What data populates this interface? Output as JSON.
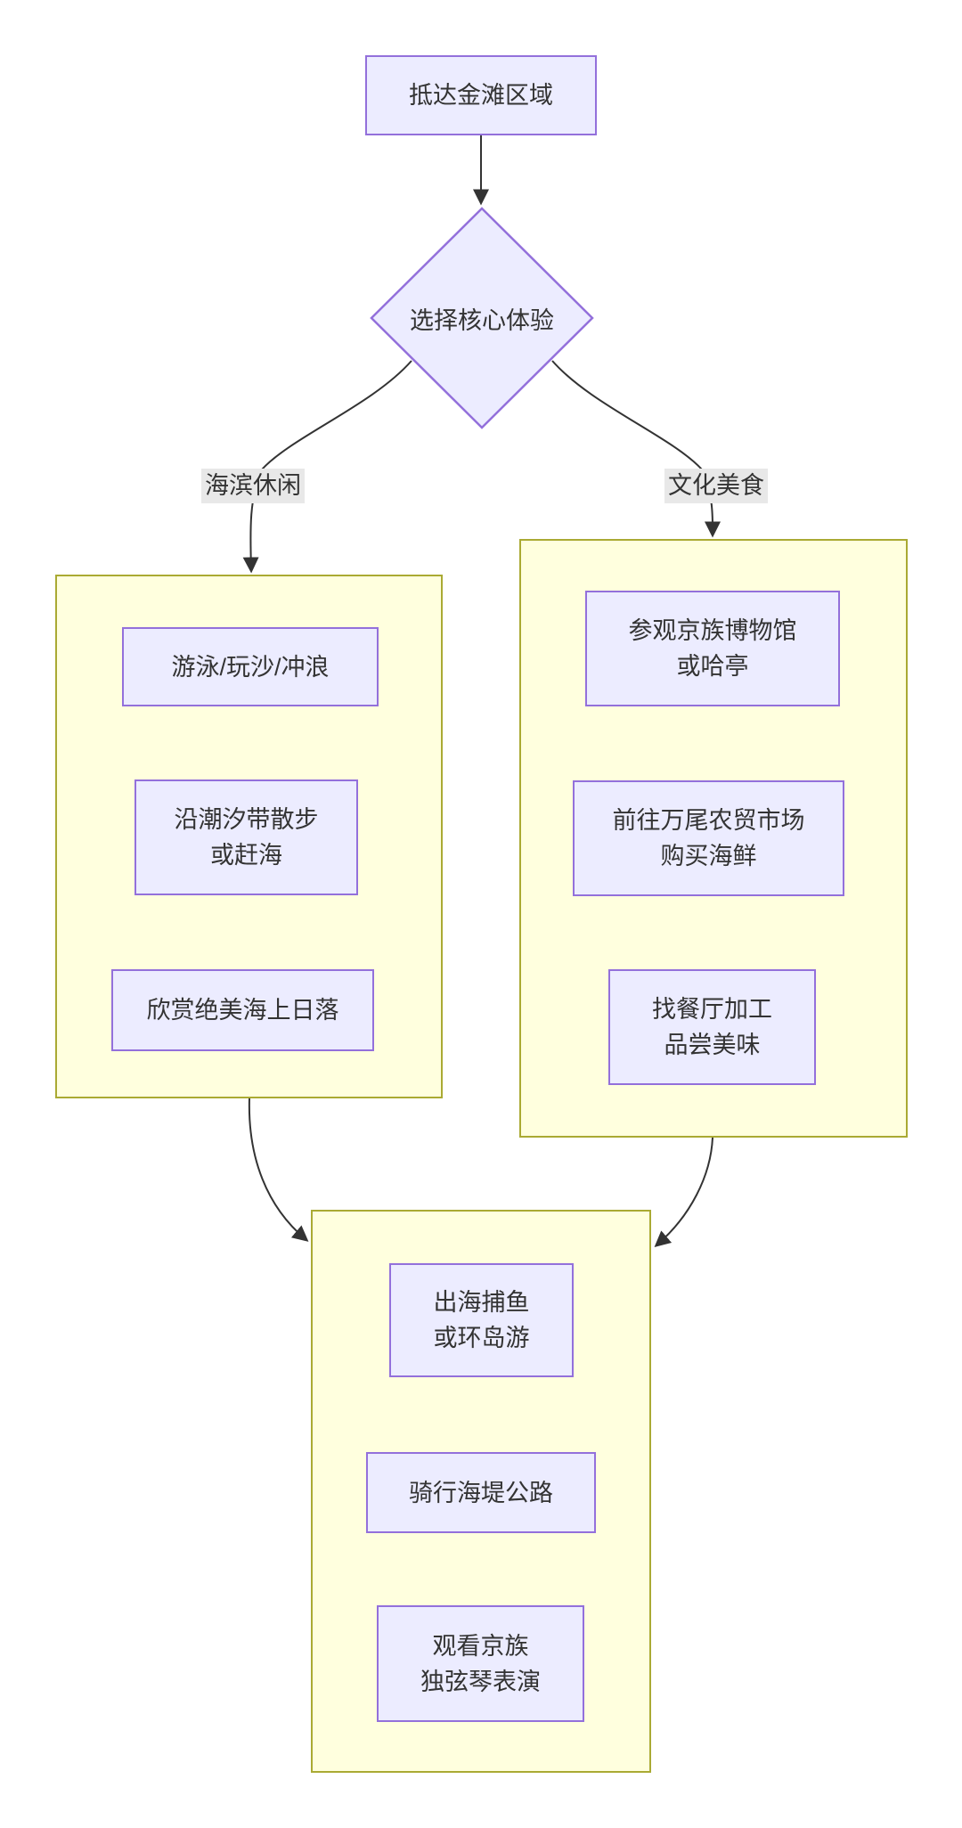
{
  "flowchart": {
    "start": {
      "label": "抵达金滩区域"
    },
    "decision": {
      "label": "选择核心体验"
    },
    "branches": {
      "beach": {
        "edge_label": "海滨休闲",
        "steps": [
          {
            "lines": [
              "游泳/玩沙/冲浪"
            ]
          },
          {
            "lines": [
              "沿潮汐带散步",
              "或赶海"
            ]
          },
          {
            "lines": [
              "欣赏绝美海上日落"
            ]
          }
        ]
      },
      "culture": {
        "edge_label": "文化美食",
        "steps": [
          {
            "lines": [
              "参观京族博物馆",
              "或哈亭"
            ]
          },
          {
            "lines": [
              "前往万尾农贸市场",
              "购买海鲜"
            ]
          },
          {
            "lines": [
              "找餐厅加工",
              "品尝美味"
            ]
          }
        ]
      },
      "shared": {
        "steps": [
          {
            "lines": [
              "出海捕鱼",
              "或环岛游"
            ]
          },
          {
            "lines": [
              "骑行海堤公路"
            ]
          },
          {
            "lines": [
              "观看京族",
              "独弦琴表演"
            ]
          }
        ]
      }
    },
    "colors": {
      "node_fill": "#ECECFF",
      "node_border": "#9370DB",
      "container_fill": "#FFFFDE",
      "container_border": "#AAAA33",
      "edge": "#333333",
      "edge_label_bg": "#E8E8E8",
      "text": "#333333"
    }
  }
}
